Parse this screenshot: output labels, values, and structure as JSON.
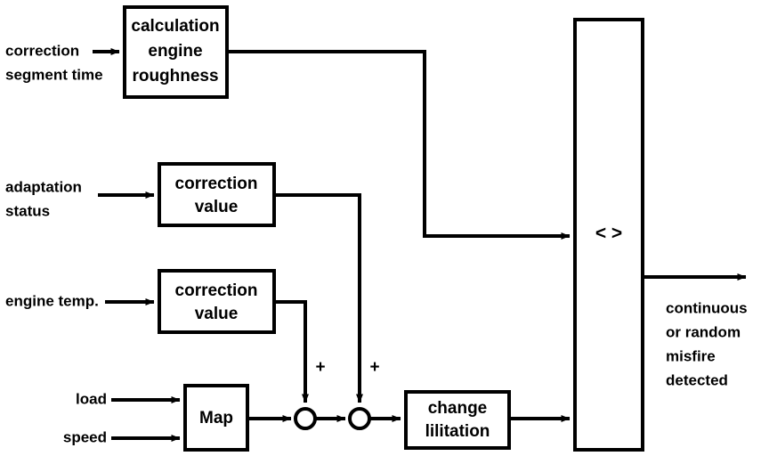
{
  "diagram": {
    "title": "Engine misfire detection block diagram",
    "stroke_color": "#000000",
    "background_color": "#ffffff",
    "blocks": [
      {
        "id": "calc_engine_roughness",
        "lines": [
          "calculation",
          "engine",
          "roughness"
        ]
      },
      {
        "id": "correction_value_adaptation",
        "lines": [
          "correction",
          "value"
        ]
      },
      {
        "id": "correction_value_temp",
        "lines": [
          "correction",
          "value"
        ]
      },
      {
        "id": "map",
        "lines": [
          "Map"
        ]
      },
      {
        "id": "change_limitation",
        "lines": [
          "change",
          "lilitation"
        ]
      },
      {
        "id": "comparator",
        "lines": [
          "< >"
        ]
      }
    ],
    "inputs": [
      {
        "id": "correction_segment_time",
        "lines": [
          "correction",
          "segment time"
        ]
      },
      {
        "id": "adaptation_status",
        "lines": [
          "adaptation",
          "status"
        ]
      },
      {
        "id": "engine_temp",
        "lines": [
          "engine temp."
        ]
      },
      {
        "id": "load",
        "lines": [
          "load"
        ]
      },
      {
        "id": "speed",
        "lines": [
          "speed"
        ]
      }
    ],
    "outputs": [
      {
        "id": "misfire_detected",
        "lines": [
          "continuous",
          "or random",
          "misfire",
          "detected"
        ]
      }
    ],
    "sum_junctions": [
      {
        "id": "sum-1",
        "sign": "+"
      },
      {
        "id": "sum-2",
        "sign": "+"
      }
    ],
    "labels": {
      "block_calc_l1": "calculation",
      "block_calc_l2": "engine",
      "block_calc_l3": "roughness",
      "block_corr_adapt_l1": "correction",
      "block_corr_adapt_l2": "value",
      "block_corr_temp_l1": "correction",
      "block_corr_temp_l2": "value",
      "block_map_l1": "Map",
      "block_change_l1": "change",
      "block_change_l2": "lilitation",
      "block_comparator": "< >",
      "in_correction_l1": "correction",
      "in_correction_l2": "segment time",
      "in_adaptation_l1": "adaptation",
      "in_adaptation_l2": "status",
      "in_engine_temp": "engine temp.",
      "in_load": "load",
      "in_speed": "speed",
      "out_l1": "continuous",
      "out_l2": "or random",
      "out_l3": "misfire",
      "out_l4": "detected",
      "sum1_sign": "+",
      "sum2_sign": "+"
    }
  }
}
